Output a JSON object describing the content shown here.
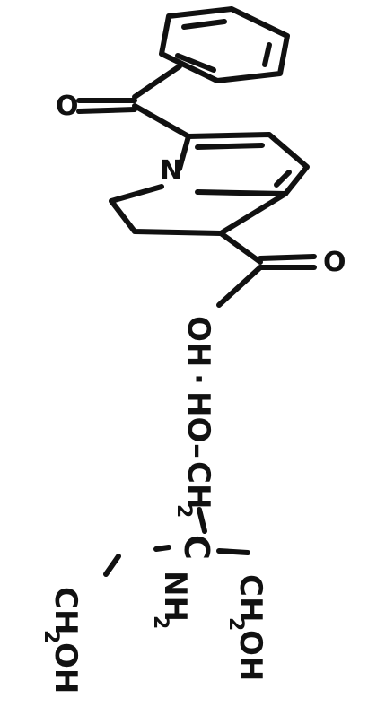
{
  "diagram": {
    "ink_color": "#111111",
    "background": "#ffffff",
    "atoms": {
      "ketone_o": "O",
      "ring_n": "N",
      "acid_o": "O",
      "acid_oh": "OH",
      "salt_ho": "HO",
      "ch2_link": "CH",
      "ch2_link_sub": "2",
      "central_c": "C",
      "nh2": "NH",
      "nh2_sub": "2",
      "ch2oh_right": "CH",
      "ch2oh_right_sub": "2",
      "ch2oh_right_tail": "OH",
      "ch2oh_left": "CH",
      "ch2oh_left_sub": "2",
      "ch2oh_left_tail": "OH",
      "dot": "·",
      "dash1": "–",
      "dash2": "–"
    }
  }
}
